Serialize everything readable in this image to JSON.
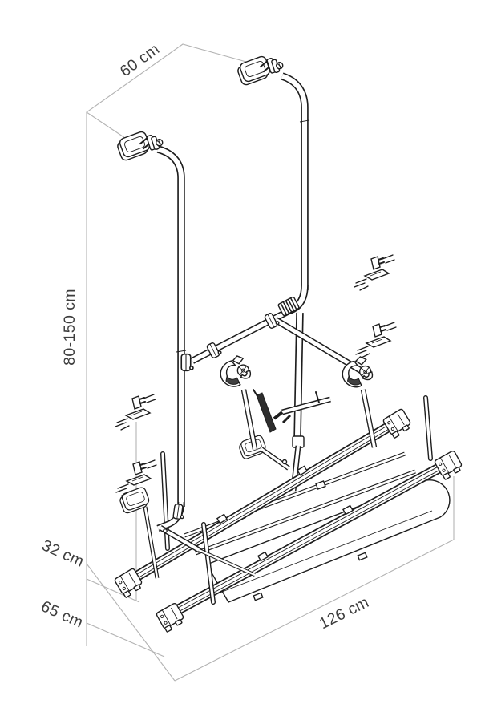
{
  "diagram": {
    "type": "technical-line-drawing",
    "subject": "Wall-mounted rear bike carrier with dimension annotations",
    "dimensions": {
      "mount_spacing": "60 cm",
      "height_range": "80-150 cm",
      "upper_depth": "32 cm",
      "lower_depth": "65 cm",
      "rail_length": "126 cm"
    },
    "colors": {
      "background": "#ffffff",
      "line_art": "#1d1d1d",
      "dimension_lines": "#b3b3b3",
      "label_text": "#3d3d3d"
    }
  }
}
